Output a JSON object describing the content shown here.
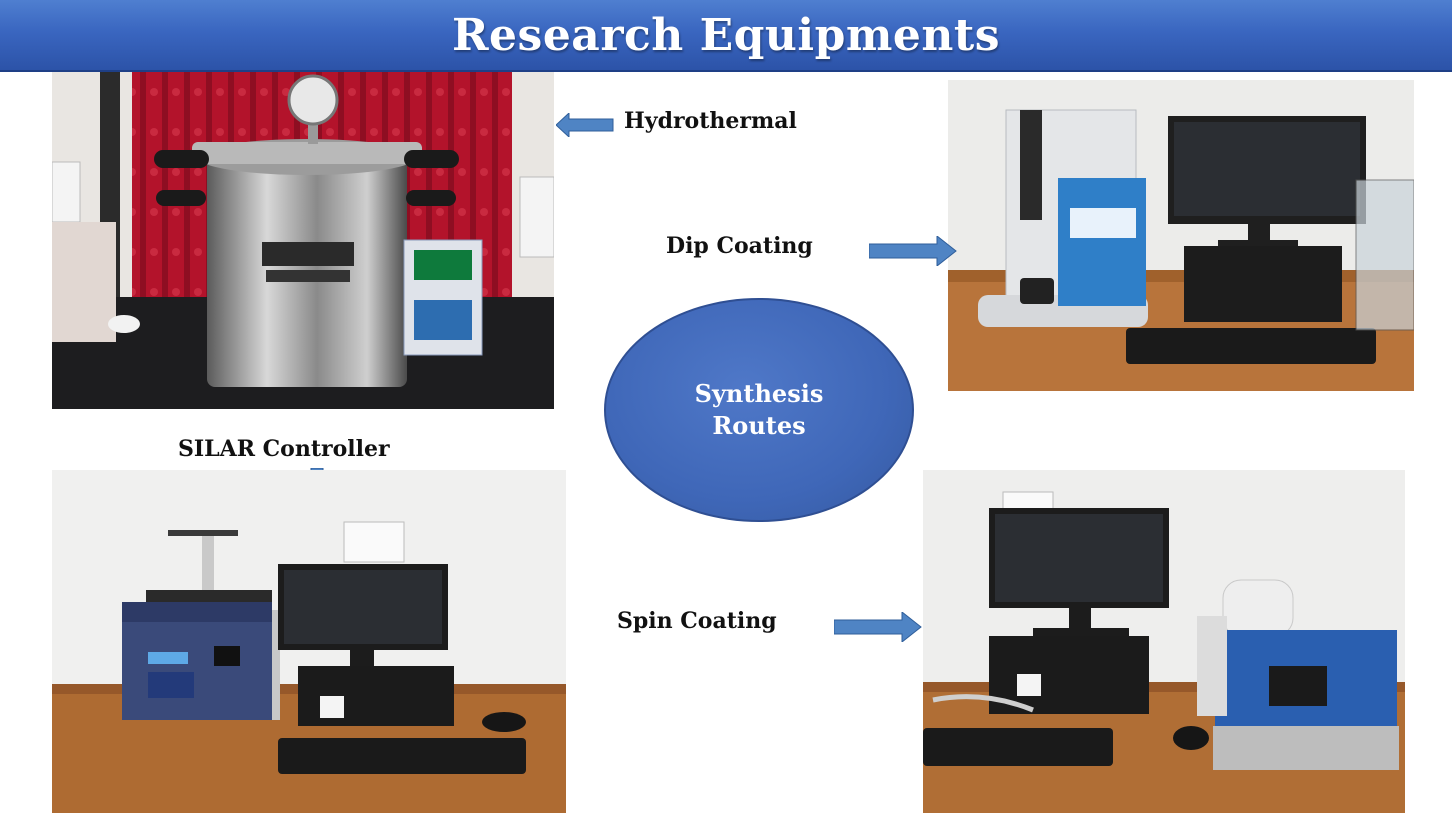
{
  "slide": {
    "title": "Research Equipments"
  },
  "labels": {
    "hydrothermal": "Hydrothermal",
    "dip_coating": "Dip Coating",
    "silar_controller": "SILAR Controller",
    "spin_coating": "Spin Coating"
  },
  "center": {
    "line1": "Synthesis",
    "line2": "Routes"
  },
  "colors": {
    "title_bar": "#3a66c0",
    "ellipse": "#3f67b8",
    "arrow": "#4f84c4"
  },
  "icons": {
    "arrow_left": "arrow-left-icon",
    "arrow_right": "arrow-right-icon",
    "arrow_down": "arrow-down-icon"
  }
}
